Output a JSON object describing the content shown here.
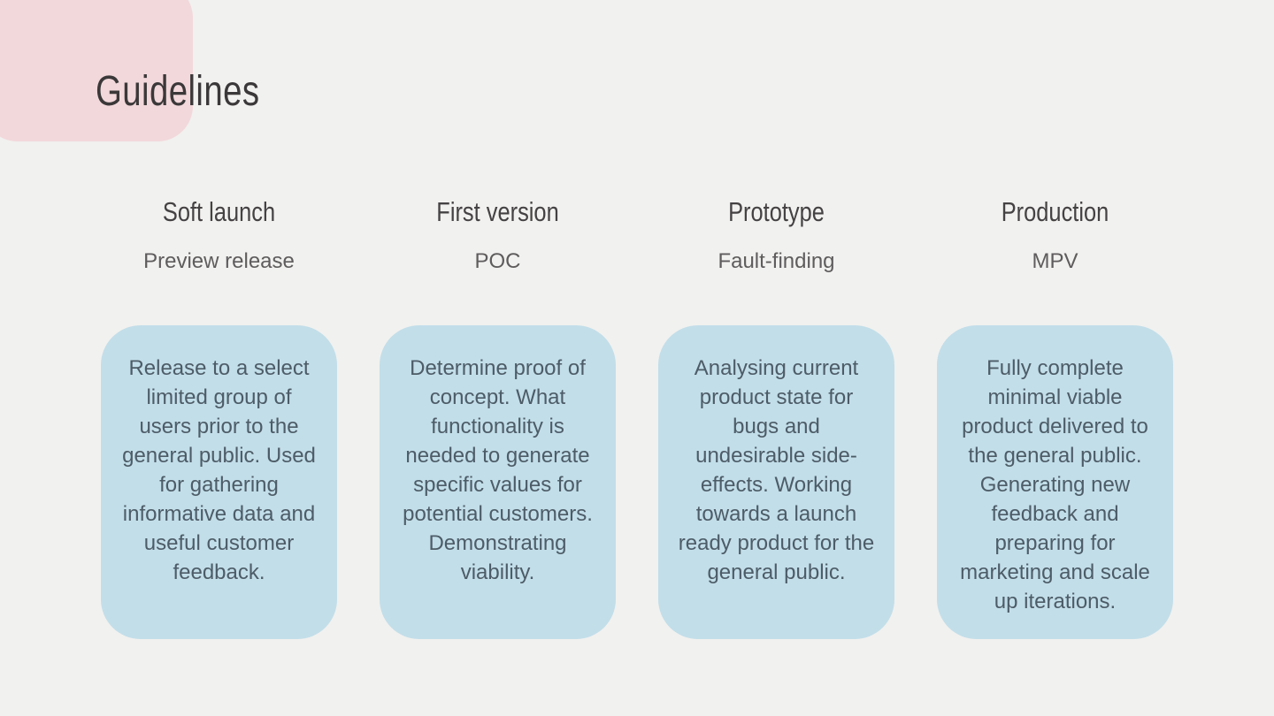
{
  "slide": {
    "title": "Guidelines",
    "colors": {
      "background": "#f1f1ef",
      "accent_pink": "#f2d8db",
      "card_blue": "#c2dee9",
      "card_text": "#4d5c67",
      "title_text": "#3b3839"
    },
    "columns": [
      {
        "title": "Soft launch",
        "subtitle": "Preview release",
        "body": "Release to a select limited group of users prior to the general public. Used for gathering informative data and useful customer feedback."
      },
      {
        "title": "First version",
        "subtitle": "POC",
        "body": "Determine proof of concept. What functionality is needed to generate specific values for potential customers. Demonstrating viability."
      },
      {
        "title": "Prototype",
        "subtitle": "Fault-finding",
        "body": "Analysing current product state for bugs and undesirable side-effects. Working towards a launch ready product for the general public."
      },
      {
        "title": "Production",
        "subtitle": "MPV",
        "body": "Fully complete minimal viable product delivered to the general public. Generating new feedback and preparing for marketing and scale up iterations."
      }
    ]
  }
}
